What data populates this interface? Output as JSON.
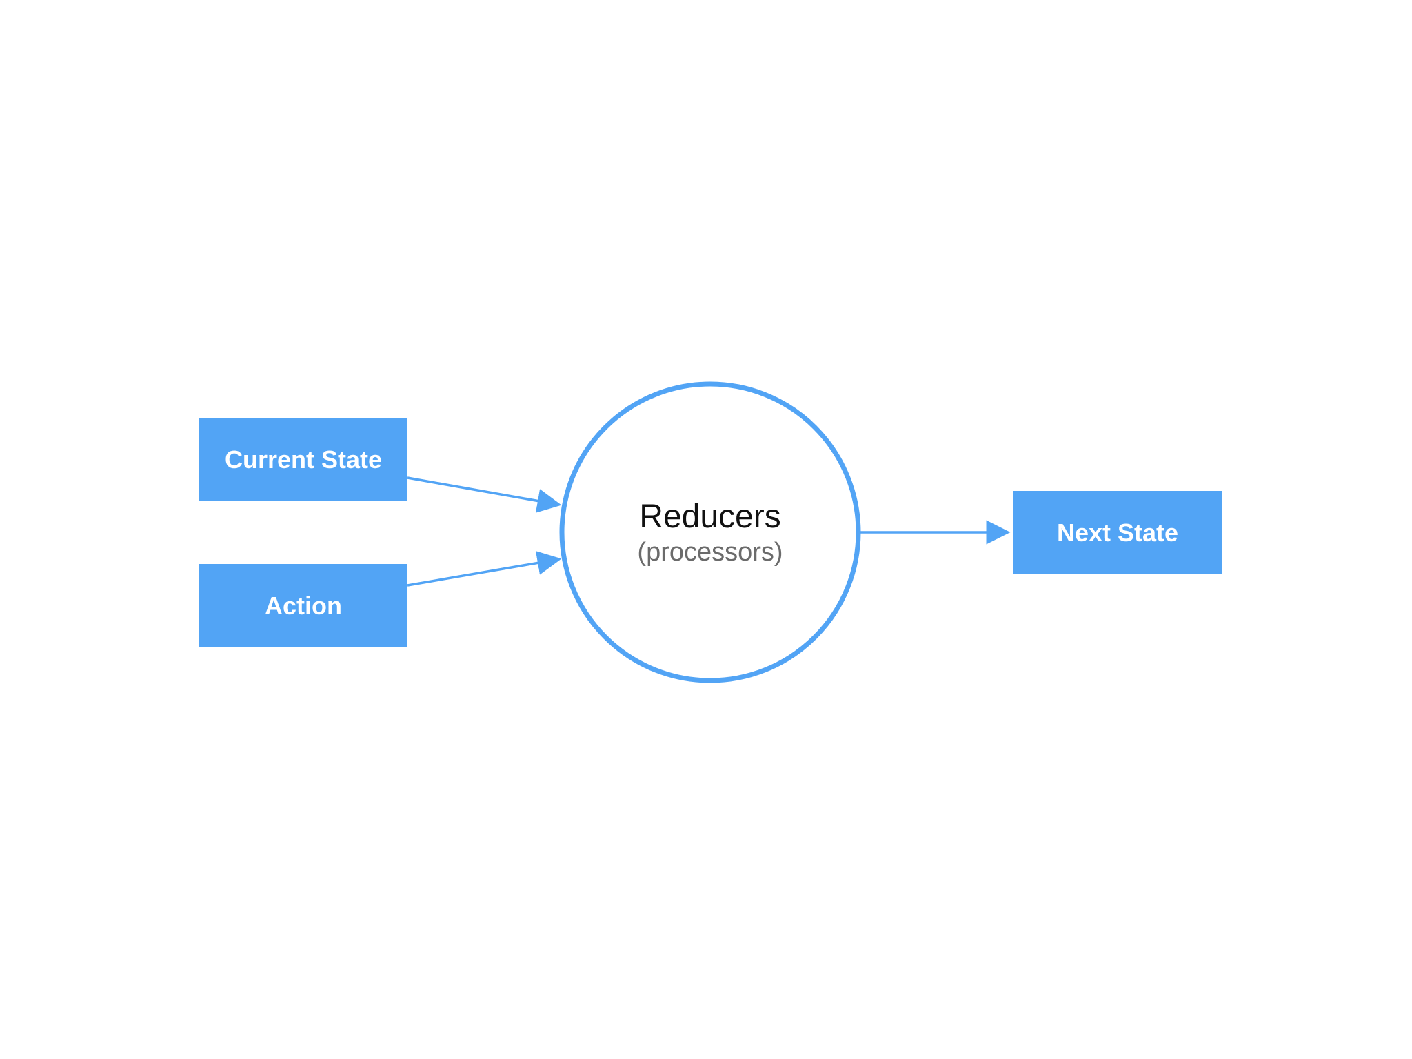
{
  "diagram": {
    "accent_color": "#52a4f5",
    "stroke_color": "#52a4f5",
    "nodes": {
      "current_state": {
        "label": "Current State"
      },
      "action": {
        "label": "Action"
      },
      "reducers": {
        "title": "Reducers",
        "subtitle": "(processors)"
      },
      "next_state": {
        "label": "Next State"
      }
    },
    "edges": [
      {
        "from": "current_state",
        "to": "reducers"
      },
      {
        "from": "action",
        "to": "reducers"
      },
      {
        "from": "reducers",
        "to": "next_state"
      }
    ]
  }
}
